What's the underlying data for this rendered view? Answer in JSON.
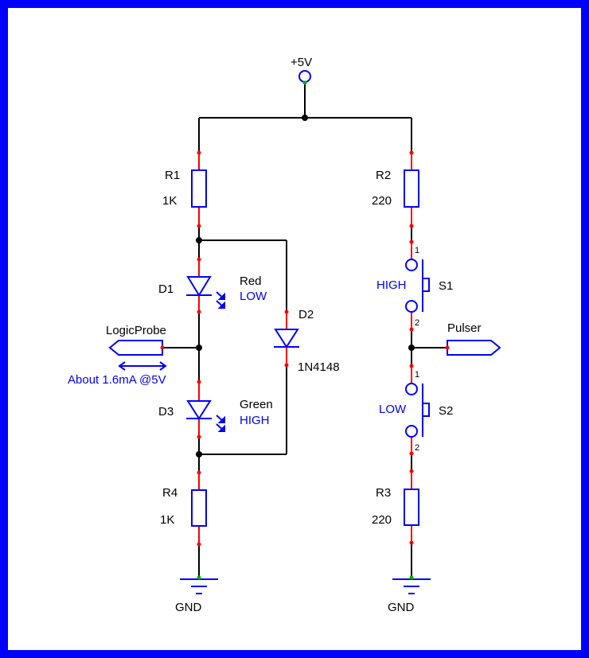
{
  "power": {
    "label": "+5V"
  },
  "ground": [
    {
      "label": "GND"
    },
    {
      "label": "GND"
    }
  ],
  "resistors": [
    {
      "ref": "R1",
      "value": "1K"
    },
    {
      "ref": "R2",
      "value": "220"
    },
    {
      "ref": "R3",
      "value": "220"
    },
    {
      "ref": "R4",
      "value": "1K"
    }
  ],
  "diodes": [
    {
      "ref": "D1",
      "color": "Red",
      "state": "LOW"
    },
    {
      "ref": "D2",
      "value": "1N4148"
    },
    {
      "ref": "D3",
      "color": "Green",
      "state": "HIGH"
    }
  ],
  "switches": [
    {
      "ref": "S1",
      "state": "HIGH",
      "pin1": "1",
      "pin2": "2"
    },
    {
      "ref": "S2",
      "state": "LOW",
      "pin1": "1",
      "pin2": "2"
    }
  ],
  "ports": [
    {
      "label": "LogicProbe",
      "note": "About 1.6mA @5V"
    },
    {
      "label": "Pulser"
    }
  ],
  "colors": {
    "border": "#0000ff",
    "wire": "#000000",
    "component": "#0000ff",
    "pin": "#ff0000",
    "junction": "#000000",
    "power_pin": "#00b000"
  }
}
